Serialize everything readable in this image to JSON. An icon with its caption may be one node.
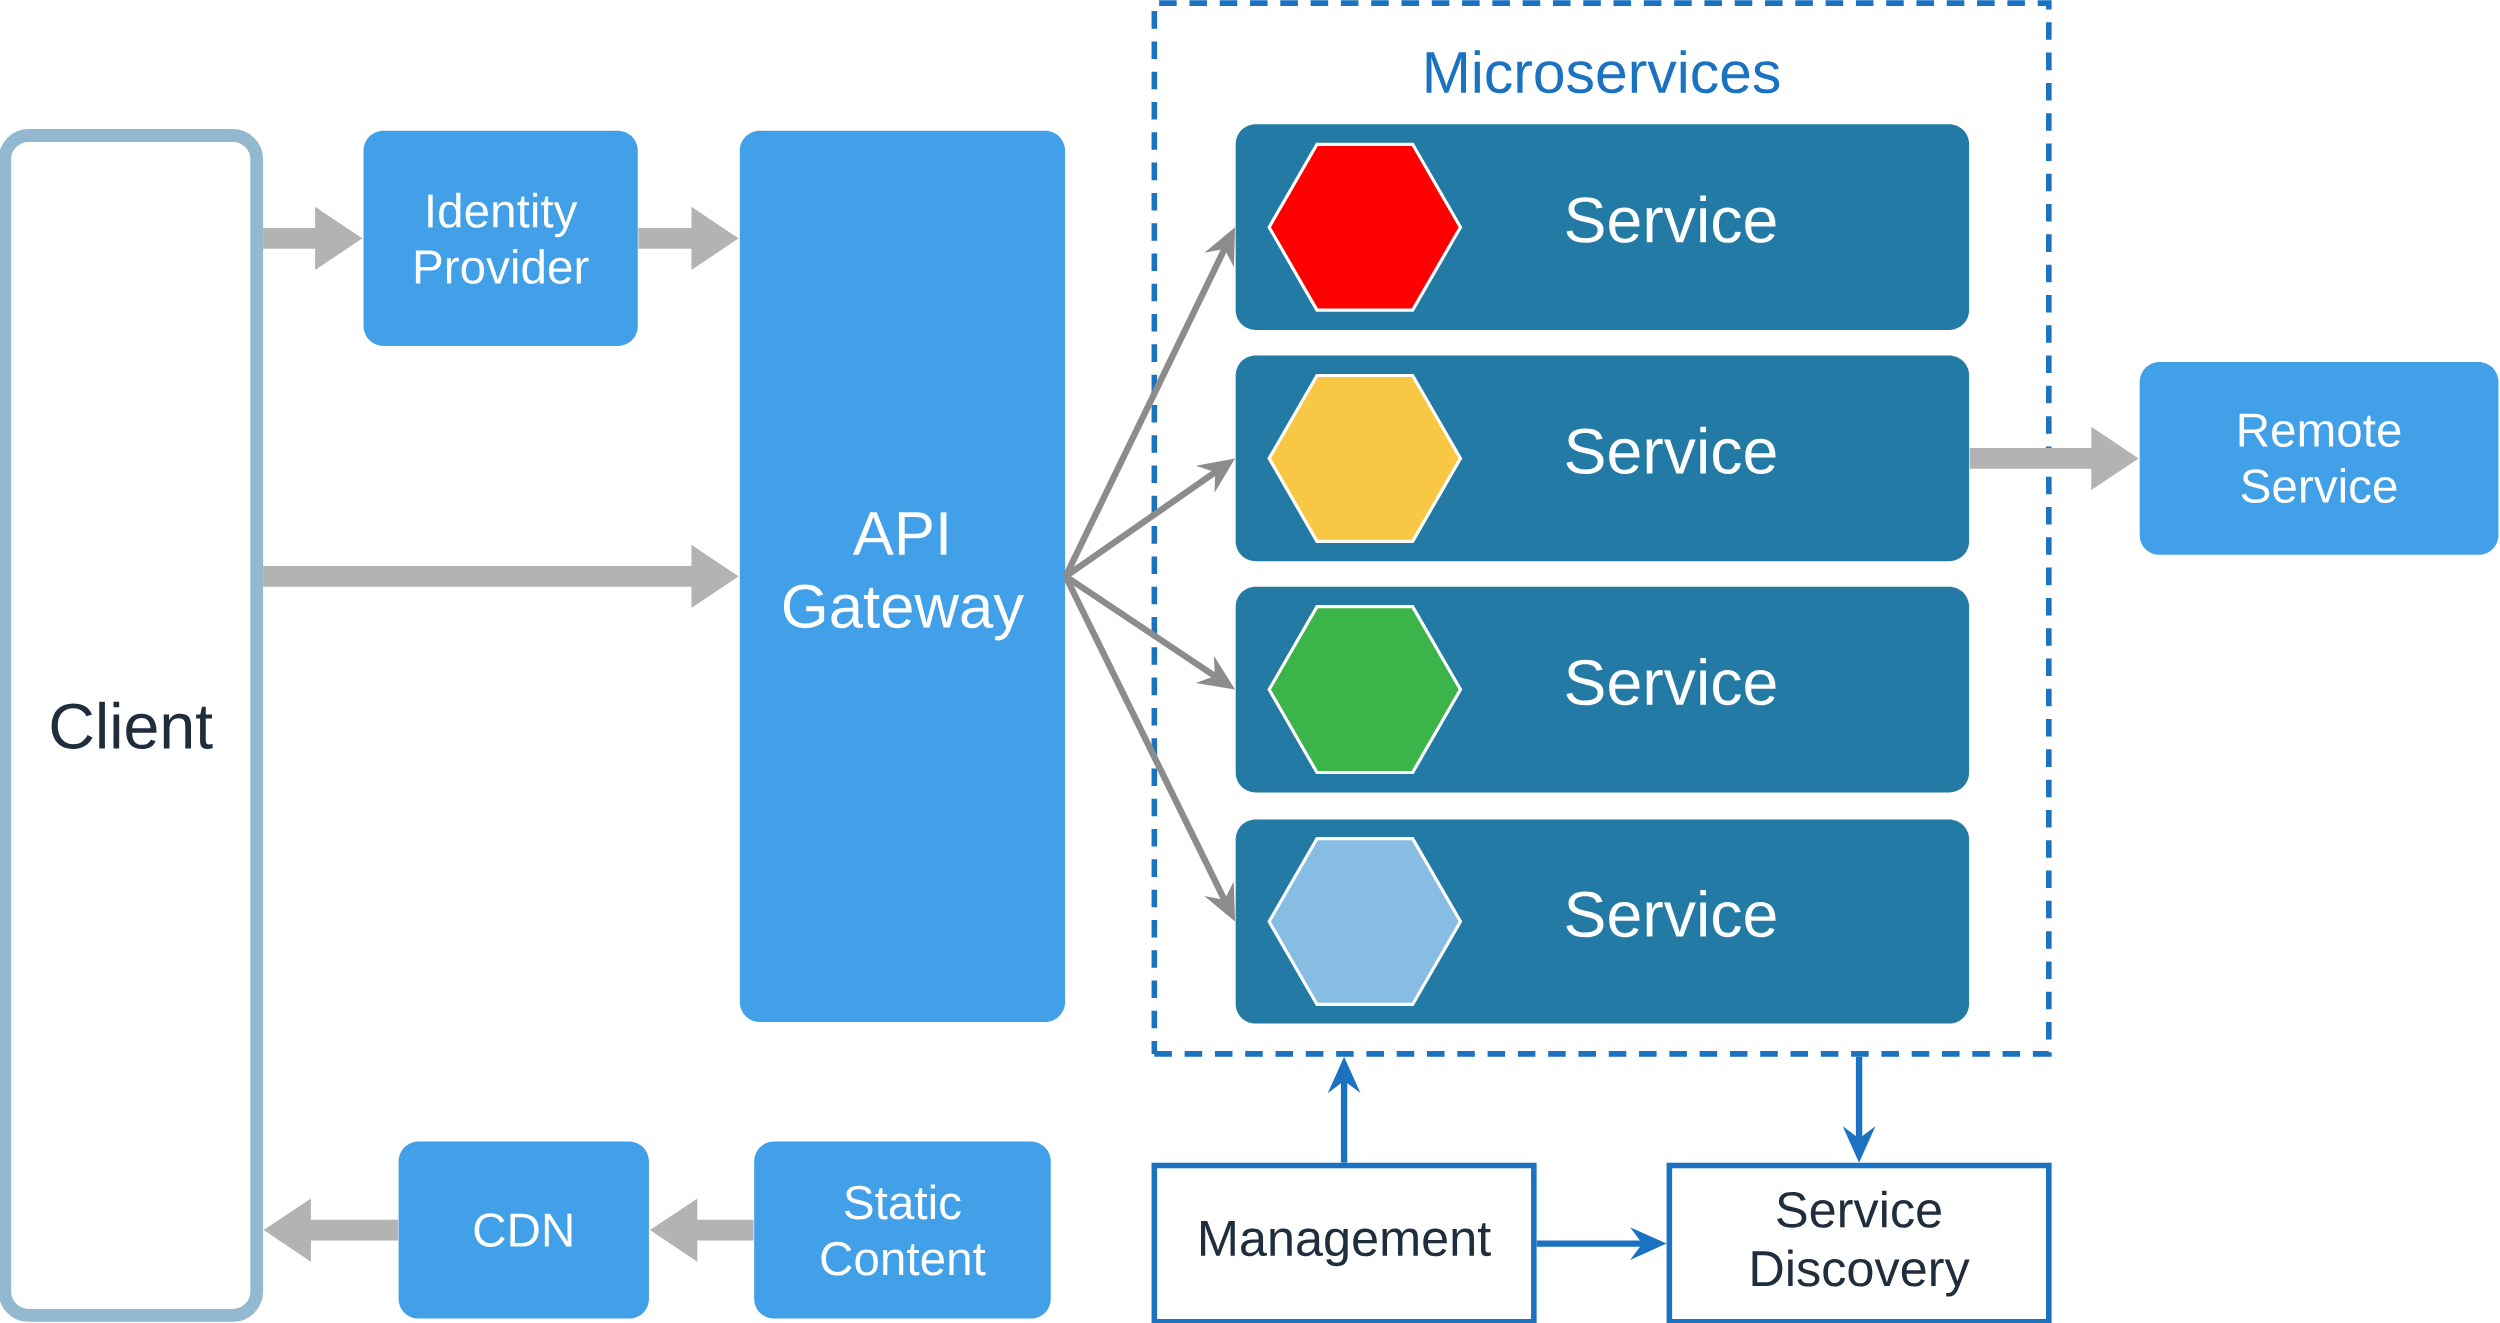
{
  "diagram": {
    "nodes": [
      {
        "text": [
          "Microservices"
        ]
      },
      {
        "text": [
          "Client"
        ]
      },
      {
        "text": [
          "Identity Provider"
        ]
      },
      {
        "text": [
          "API Gateway"
        ]
      },
      {
        "text": [
          "Service"
        ],
        "in": 0
      },
      {
        "text": [
          "Service"
        ],
        "in": 0
      },
      {
        "text": [
          "Service"
        ],
        "in": 0
      },
      {
        "text": [
          "Service"
        ],
        "in": 0
      },
      {
        "text": [
          "Remote Service"
        ]
      },
      {
        "text": [
          "CDN"
        ]
      },
      {
        "text": [
          "Static Content"
        ]
      },
      {
        "text": [
          "Management"
        ]
      },
      {
        "text": [
          "Service Discovery"
        ]
      }
    ],
    "edges": [
      {
        "from": 1,
        "to": 2,
        "arrow": "to",
        "style": "thick"
      },
      {
        "from": 2,
        "to": 3,
        "arrow": "to",
        "style": "thick"
      },
      {
        "from": 1,
        "to": 3,
        "arrow": "to",
        "style": "thick"
      },
      {
        "from": 3,
        "to": 4,
        "arrow": "to",
        "color": "#8c8c8c"
      },
      {
        "from": 3,
        "to": 5,
        "arrow": "to",
        "color": "#8c8c8c"
      },
      {
        "from": 3,
        "to": 6,
        "arrow": "to",
        "color": "#8c8c8c"
      },
      {
        "from": 3,
        "to": 7,
        "arrow": "to",
        "color": "#8c8c8c"
      },
      {
        "from": 5,
        "to": 8,
        "arrow": "to",
        "style": "thick"
      },
      {
        "from": 10,
        "to": 9,
        "arrow": "to",
        "style": "thick"
      },
      {
        "from": 9,
        "to": 1,
        "arrow": "to",
        "style": "thick"
      },
      {
        "from": 11,
        "to": 0,
        "arrow": "to",
        "color": "#1a72c0"
      },
      {
        "from": 0,
        "to": 12,
        "arrow": "to",
        "color": "#1a72c0"
      },
      {
        "from": 11,
        "to": 12,
        "arrow": "to",
        "color": "#1a72c0"
      }
    ]
  }
}
